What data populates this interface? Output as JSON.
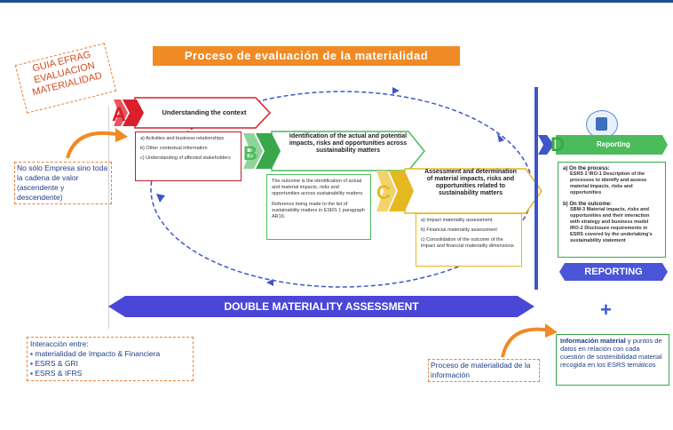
{
  "title": "Proceso de evaluación de la materialidad",
  "guia_label": "GUIA EFRAG EVALUACION MATERIALIDAD",
  "colors": {
    "orange": "#f08a24",
    "red": "#d81f2a",
    "green": "#4cbb5c",
    "yellow": "#e6b820",
    "blue": "#4a46d8",
    "darkblue": "#1f4e9c"
  },
  "step_a": {
    "letter": "A",
    "heading": "Understanding the context",
    "items": [
      "a) Activities and business relationships",
      "b) Other contextual information",
      "c) Understanding of affected stakeholders"
    ]
  },
  "step_b": {
    "letter": "B",
    "heading": "Identification of the actual and potential impacts, risks and opportunities across sustainability matters",
    "text1": "The outcome is the identification of actual and material impacts, risks and opportunities across sustainability matters.",
    "text2": "Reference being made to the list of sustainability matters in ESRS 1 paragraph AR16."
  },
  "step_c": {
    "letter": "C",
    "heading": "Assessment and determination of material impacts, risks and opportunities related to sustainability matters",
    "items": [
      "a) Impact materiality assessment",
      "b) Financial materiality assessment",
      "c) Consolidation of the outcome of the impact and financial materiality dimensions."
    ]
  },
  "step_d": {
    "letter": "D",
    "heading": "Reporting",
    "process_title": "a) On the process:",
    "process_item": "ESRS 2 IRO-1 Description of the processes to identify and assess material impacts, risks and opportunities",
    "outcome_title": "b) On the outcome:",
    "outcome_items": [
      "SBM-3 Material impacts, risks and opportunities and their interaction with strategy and business model",
      "IRO-2 Disclosure requirements in ESRS covered by the undertaking's sustainability statement"
    ]
  },
  "double_materiality": "DOUBLE MATERIALITY ASSESSMENT",
  "reporting_bar": "REPORTING",
  "plus_sign": "+",
  "note_value_chain": "No sólo Empresa sino toda la cadena de valor (ascendente y descendente)",
  "interaction": {
    "title": "Interacción entre:",
    "items": [
      "materialidad de Impacto & Financiera",
      "ESRS & GRI",
      "ESRS & IFRS"
    ]
  },
  "note_process": "Proceso de materialidad de la información",
  "note_info": {
    "bold": "Información material",
    "rest": " y puntos de datos en relación con cada cuestión de sostenibilidad material recogida en los ESRS temáticos"
  }
}
